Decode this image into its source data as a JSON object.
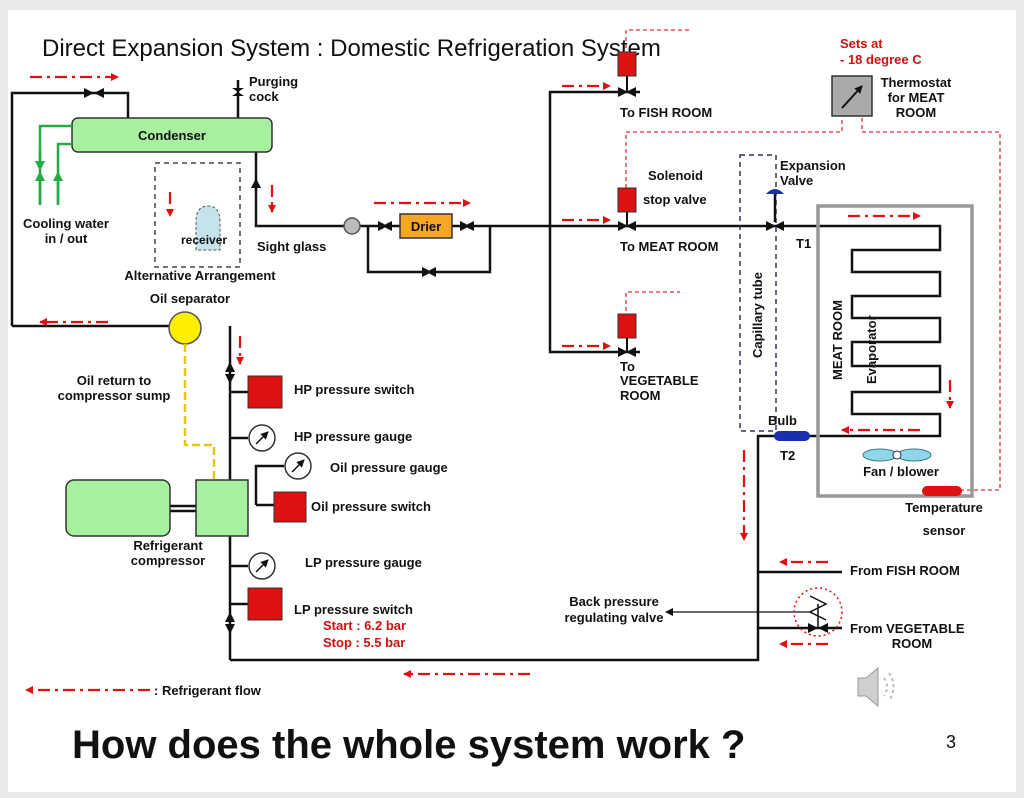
{
  "slide": {
    "title": "Direct Expansion System : Domestic Refrigeration System",
    "question": "How does the whole system work ?",
    "page_number": "3"
  },
  "labels": {
    "purging_cock": [
      "Purging",
      "cock"
    ],
    "condenser": "Condenser",
    "cooling_water": [
      "Cooling water",
      "in / out"
    ],
    "receiver": "receiver",
    "alt_arrangement": "Alternative Arrangement",
    "sight_glass": "Sight glass",
    "drier": "Drier",
    "oil_separator": "Oil separator",
    "oil_return": [
      "Oil return to",
      "compressor sump"
    ],
    "refrigerant_compressor": [
      "Refrigerant",
      "compressor"
    ],
    "hp_switch": "HP pressure switch",
    "hp_gauge": "HP pressure gauge",
    "oil_gauge": "Oil pressure gauge",
    "oil_switch": "Oil pressure switch",
    "lp_gauge": "LP pressure gauge",
    "lp_switch": "LP pressure switch",
    "lp_start": "Start : 6.2 bar",
    "lp_stop": "Stop : 5.5 bar",
    "to_fish_room": "To FISH ROOM",
    "solenoid_valve": [
      "Solenoid",
      "stop  valve"
    ],
    "to_meat_room": "To MEAT ROOM",
    "to_vegetable_room": [
      "To",
      "VEGETABLE",
      "ROOM"
    ],
    "sets_at": [
      "Sets at",
      "- 18 degree  C"
    ],
    "thermostat": [
      "Thermostat",
      "for MEAT",
      "ROOM"
    ],
    "expansion_valve": [
      "Expansion",
      "Valve"
    ],
    "t1": "T1",
    "t2": "T2",
    "capillary_tube": "Capillary tube",
    "meat_room": "MEAT ROOM",
    "evaporator": "Evaporator",
    "bulb": "Bulb",
    "fan_blower": "Fan / blower",
    "temperature_sensor": [
      "Temperature",
      "sensor"
    ],
    "back_pressure_valve": [
      "Back pressure",
      "regulating valve"
    ],
    "from_fish_room": "From FISH ROOM",
    "from_vegetable_room": [
      "From VEGETABLE",
      "ROOM"
    ],
    "legend": ": Refrigerant  flow"
  },
  "colors": {
    "condenser_fill": "#a6f0a0",
    "switch_red": "#dd1111",
    "drier_fill": "#f5a623",
    "oil_separator_fill": "#ffee00",
    "flow_arrow": "#dd1111",
    "cooling_water": "#22aa44",
    "oil_return_line": "#e6c619",
    "bulb_blue": "#1a2fb0"
  },
  "icons": [
    "speaker-icon",
    "valve-icon",
    "gauge-icon",
    "thermostat-icon"
  ]
}
